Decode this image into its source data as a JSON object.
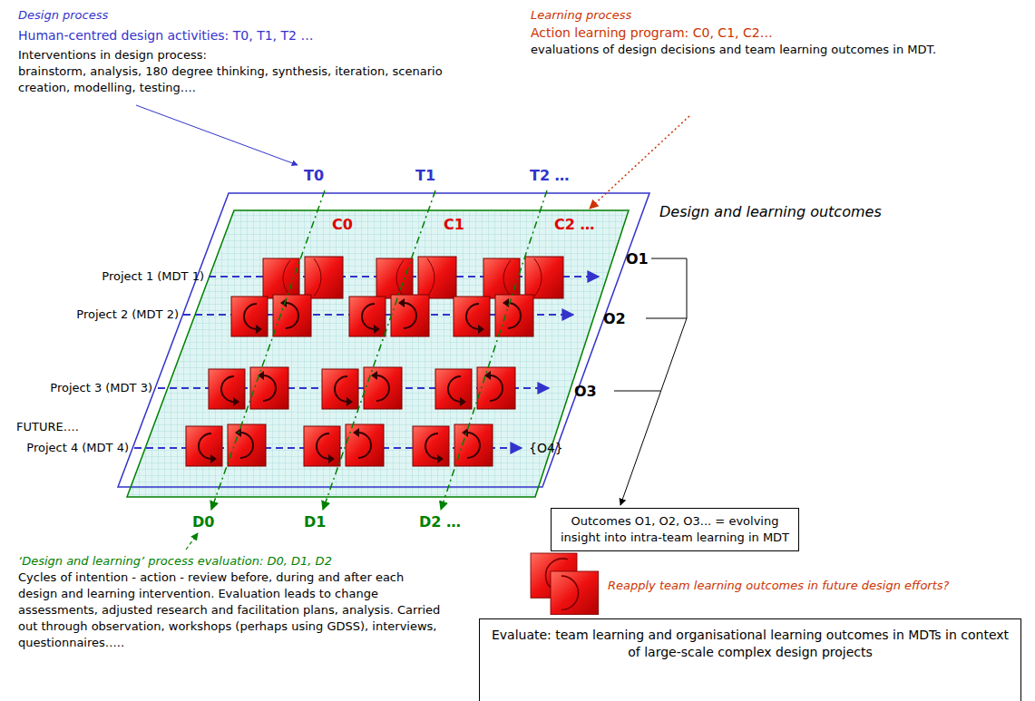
{
  "diagram": {
    "nodes": [
      {
        "text": [
          "Outcomes O1, O2, O3... = evolving insight into intra-team learning in MDT"
        ]
      },
      {
        "text": [
          "Evaluate: team learning and organisational learning outcomes in MDTs in context of large-scale complex design projects"
        ]
      }
    ],
    "labels": [
      "Design process",
      "Human-centred design activities: T0, T1, T2 …",
      "Interventions in design process:",
      "brainstorm, analysis, 180 degree thinking, synthesis, iteration, scenario creation, modelling, testing….",
      "Learning process",
      "Action learning program: C0, C1, C2…",
      "evaluations of design decisions and team learning outcomes in MDT.",
      "T0",
      "T1",
      "T2 …",
      "C0",
      "C1",
      "C2 …",
      "Design and learning outcomes",
      "Project 1 (MDT 1)",
      "O1",
      "Project 2 (MDT 2)",
      "O2",
      "Project 3 (MDT 3)",
      "O3",
      "FUTURE….",
      "Project 4 (MDT 4)",
      "{O4}",
      "D0",
      "D1",
      "D2 …",
      "‘Design and learning’ process evaluation: D0, D1, D2",
      "Cycles of intention - action - review before, during and after each design and learning intervention. Evaluation leads to change assessments, adjusted research and facilitation plans, analysis. Carried out through observation, workshops (perhaps using GDSS), interviews, questionnaires…..",
      "Reapply team learning outcomes in future design efforts?"
    ]
  }
}
